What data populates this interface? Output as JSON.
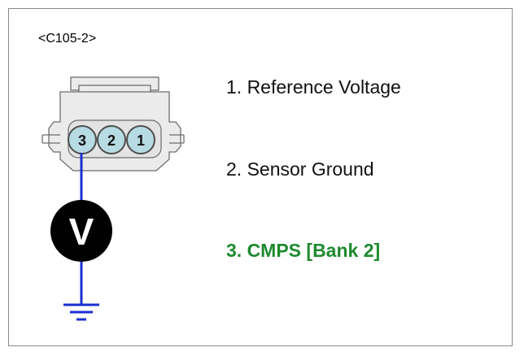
{
  "connector": {
    "id_label": "<C105-2>",
    "pins": [
      "3",
      "2",
      "1"
    ],
    "pin_fill": "#b7dbe3",
    "body_fill": "#ebebeb",
    "body_stroke": "#6e6e6e"
  },
  "meter": {
    "symbol": "V",
    "fill": "#000000",
    "text_color": "#ffffff"
  },
  "wire": {
    "color": "#1a2fcf"
  },
  "ground": {
    "icon": "ground-icon",
    "color": "#1a2fcf"
  },
  "pin_labels": [
    {
      "text": "1. Reference Voltage",
      "color": "#111111"
    },
    {
      "text": "2. Sensor Ground",
      "color": "#111111"
    },
    {
      "text": "3. CMPS [Bank 2]",
      "color": "#1e8a2e"
    }
  ]
}
